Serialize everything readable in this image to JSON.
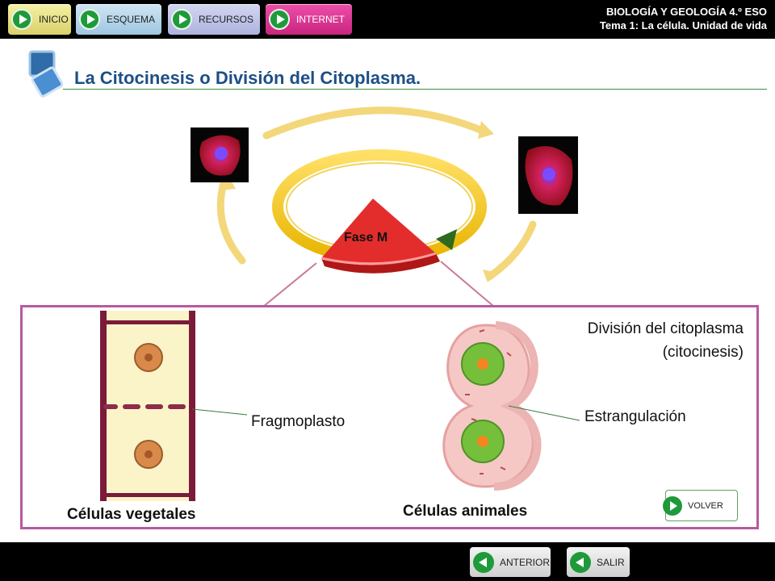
{
  "nav": {
    "inicio": "INICIO",
    "esquema": "ESQUEMA",
    "recursos": "RECURSOS",
    "internet": "INTERNET"
  },
  "course": {
    "line1": "BIOLOGÍA Y GEOLOGÍA 4.º ESO",
    "line2": "Tema 1: La célula. Unidad de vida"
  },
  "page": {
    "title": "La Citocinesis o División del Citoplasma."
  },
  "cycle": {
    "phase_label": "Fase M"
  },
  "panel": {
    "division_line1": "División del citoplasma",
    "division_line2": "(citocinesis)",
    "fragmoplasto": "Fragmoplasto",
    "estrangulacion": "Estrangulación",
    "celulas_vegetales": "Células vegetales",
    "celulas_animales": "Células animales",
    "volver": "VOLVER"
  },
  "footer": {
    "anterior": "ANTERIOR",
    "salir": "SALIR"
  },
  "colors": {
    "title": "#1d4f86",
    "panel_border": "#b65aa0",
    "internet_button": "#d9328f",
    "play_green": "#1f9a3a"
  }
}
